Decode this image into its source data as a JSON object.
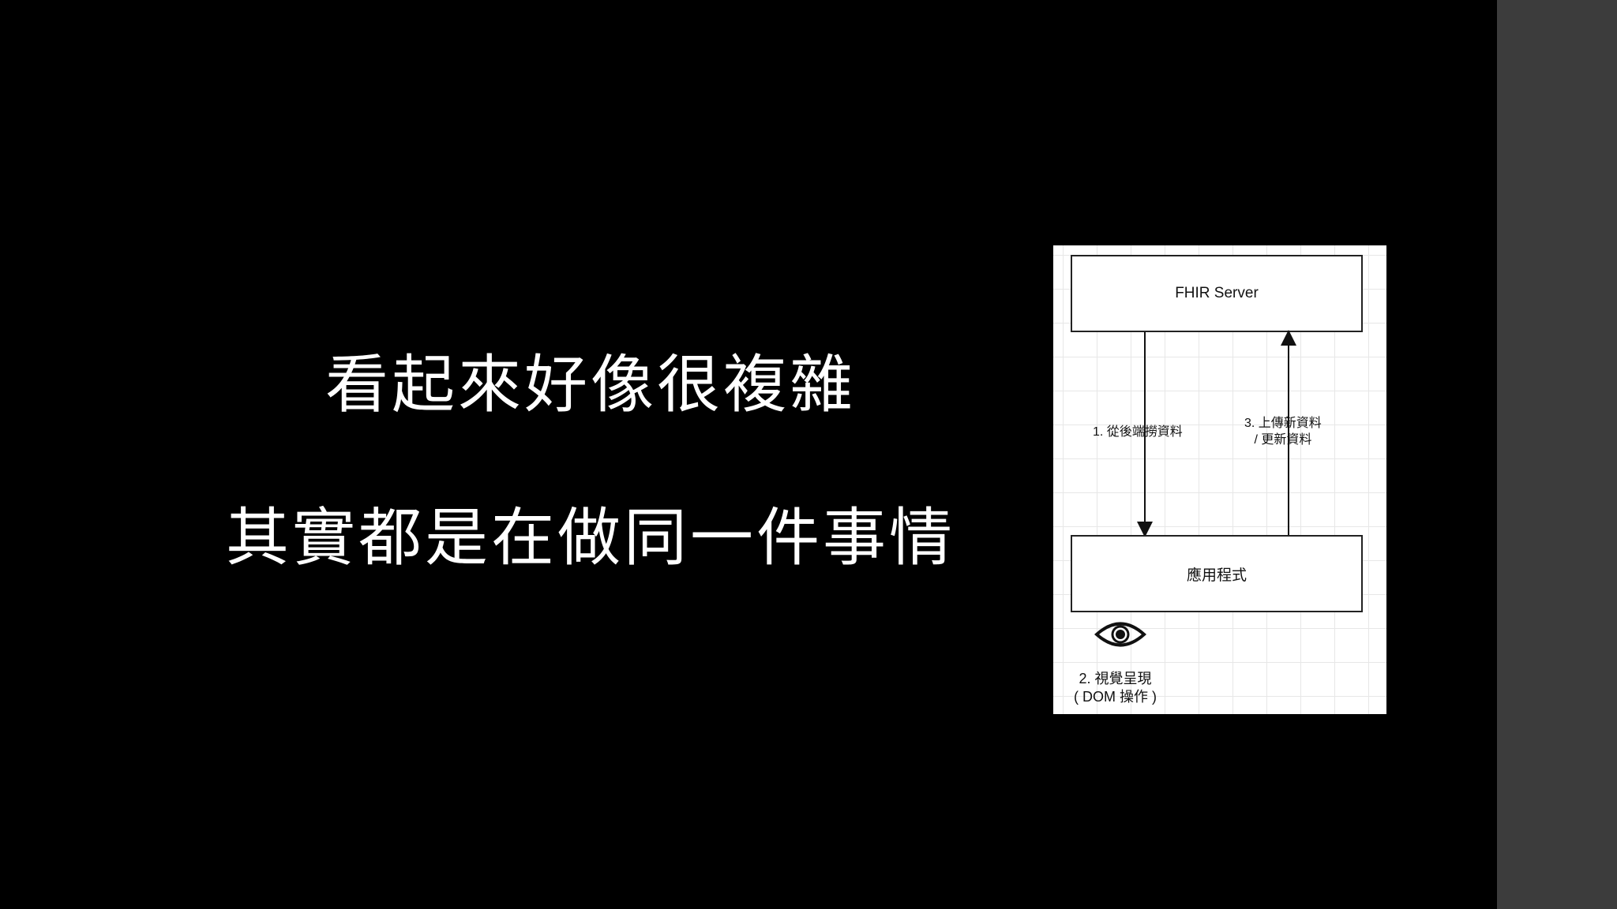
{
  "slide": {
    "line1": "看起來好像很複雜",
    "line2": "其實都是在做同一件事情"
  },
  "diagram": {
    "server_label": "FHIR Server",
    "app_label": "應用程式",
    "step1": "1. 從後端撈資料",
    "step3_line1": "3. 上傳新資料",
    "step3_line2": "/ 更新資料",
    "step2_line1": "2. 視覺呈現",
    "step2_line2": "( DOM 操作 )",
    "eye_icon": "eye-icon"
  },
  "colors": {
    "background": "#000000",
    "side_panel": "#3c3c3c",
    "text": "#ffffff",
    "diagram_bg": "#ffffff",
    "grid": "#e7e7e7"
  }
}
